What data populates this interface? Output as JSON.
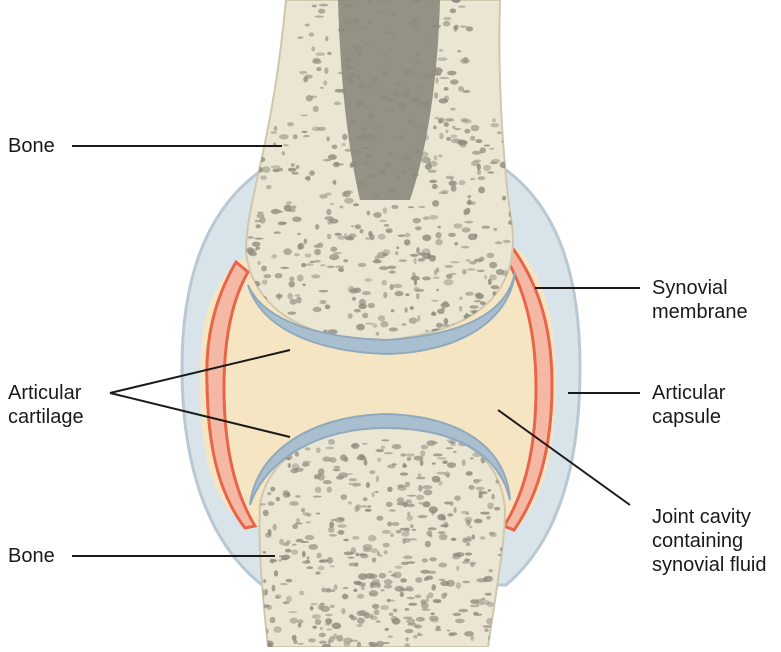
{
  "labels": {
    "bone_top": "Bone",
    "bone_bottom": "Bone",
    "articular_cartilage": [
      "Articular",
      "cartilage"
    ],
    "synovial_membrane": [
      "Synovial",
      "membrane"
    ],
    "articular_capsule": [
      "Articular",
      "capsule"
    ],
    "joint_cavity": [
      "Joint cavity",
      "containing",
      "synovial fluid"
    ]
  },
  "colors": {
    "bone": "#ebe6d3",
    "bone_shadow": "#d6d0b8",
    "pore": "#8e8a7d",
    "marrow": "#7d7a72",
    "cartilage": "#a9bfcf",
    "synovial_fluid": "#f6e5c3",
    "synovial_membrane": "#e8654a",
    "capsule": "#c9d6df",
    "leader_line": "#1a1a1a"
  }
}
